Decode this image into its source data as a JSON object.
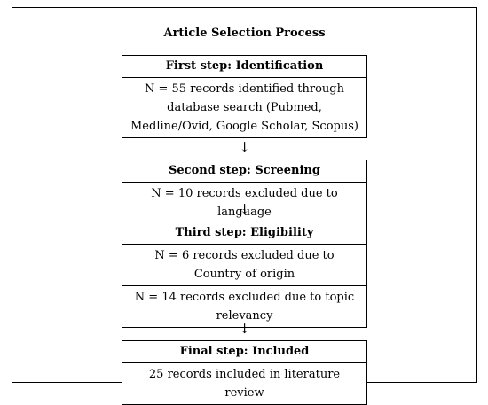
{
  "title": "Article Selection Process",
  "steps": [
    {
      "heading": "First step: Identification",
      "rows": [
        "N = 55 records identified through database search (Pubmed, Medline/Ovid, Google Scholar, Scopus)"
      ]
    },
    {
      "heading": "Second step: Screening",
      "rows": [
        "N = 10 records excluded due to language"
      ]
    },
    {
      "heading": "Third step: Eligibility",
      "rows": [
        "N = 6 records excluded due to Country of origin",
        "N = 14 records excluded due to topic relevancy"
      ]
    },
    {
      "heading": "Final step: Included",
      "rows": [
        "25 records included in literature review"
      ]
    }
  ],
  "arrow_glyph": "↓"
}
